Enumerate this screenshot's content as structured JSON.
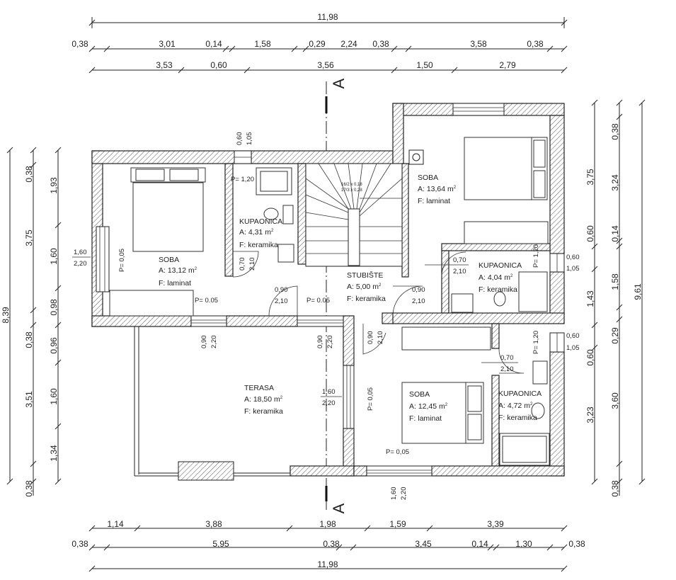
{
  "dimensions": {
    "top": {
      "total": "11,98",
      "row2": [
        "0,38",
        "3,01",
        "0,14",
        "1,58",
        "0,29",
        "2,24",
        "0,38",
        "3,58",
        "0,38"
      ],
      "row3": [
        "3,53",
        "0,60",
        "3,56",
        "1,50",
        "2,79"
      ]
    },
    "bottom": {
      "row1": [
        "1,14",
        "3,88",
        "1,98",
        "1,59",
        "3,39"
      ],
      "row2": [
        "0,38",
        "5,95",
        "0,38",
        "3,45",
        "0,14",
        "1,30",
        "0,38"
      ],
      "total": "11,98"
    },
    "left": {
      "total": "8,39",
      "outer": [
        "0,38",
        "3,75",
        "0,38",
        "3,51",
        "0,38"
      ],
      "inner": [
        "1,93",
        "1,60",
        "0,98",
        "0,96",
        "1,60",
        "1,34"
      ]
    },
    "right": {
      "total": "9,61",
      "outer": [
        "0,38",
        "3,24",
        "0,14",
        "1,58",
        "0,29",
        "3,60",
        "0,38"
      ],
      "inner": [
        "3,75",
        "0,60",
        "1,43",
        "0,60",
        "3,23"
      ]
    }
  },
  "section": {
    "label": "A"
  },
  "rooms": {
    "soba_left": {
      "name": "SOBA",
      "area": "A: 13,12 m",
      "sup": "2",
      "floor": "F:   laminat"
    },
    "kupaonica_top": {
      "name": "KUPAONICA",
      "area": "A:   4,31 m",
      "sup": "2",
      "floor": "F:   keramika"
    },
    "stubiste": {
      "name": "STUBIŠTE",
      "area": "A:   5,00 m",
      "sup": "2",
      "floor": "F:  keramika"
    },
    "soba_right": {
      "name": "SOBA",
      "area": "A: 13,64 m",
      "sup": "2",
      "floor": "F:   laminat"
    },
    "kupaonica_mid": {
      "name": "KUPAONICA",
      "area": "A:   4,04 m",
      "sup": "2",
      "floor": "F:   keramika"
    },
    "terasa": {
      "name": "TERASA",
      "area": "A: 18,50 m",
      "sup": "2",
      "floor": "F: keramika"
    },
    "soba_bottom": {
      "name": "SOBA",
      "area": "A: 12,45 m",
      "sup": "2",
      "floor": "F:   laminat"
    },
    "kupaonica_bottom": {
      "name": "KUPAONICA",
      "area": "A:   4,72 m",
      "sup": "2",
      "floor": "F:   keramika"
    }
  },
  "openings": {
    "win_left": [
      "1,60",
      "2,20"
    ],
    "p_left": "P= 0,05",
    "p_soba_left": "P= 0.05",
    "p_hall": "P= 0.05",
    "p_soba_bottom": "P= 0,05",
    "p_terrace_side": "P= 0,05",
    "win_top_kup": [
      "0,60",
      "1,05"
    ],
    "p_top_kup": "P= 1,20",
    "door_kup_top": [
      "0,70",
      "2,10"
    ],
    "door_soba_left": [
      "0,90",
      "2,10"
    ],
    "door_terrace_left": [
      "0,90",
      "2,20"
    ],
    "door_terrace_right": [
      "0,90",
      "2,20"
    ],
    "door_right_hall": [
      "0,90",
      "2,10"
    ],
    "door_stair": [
      "0,90",
      "2,10"
    ],
    "door_kup_mid": [
      "0,70",
      "2,10"
    ],
    "p_kup_mid": "P= 1,20",
    "win_right_mid": [
      "0,60",
      "1,05"
    ],
    "win_right_low": [
      "0,60",
      "1,05"
    ],
    "p_kup_bottom": "P= 1,20",
    "door_kup_bottom": [
      "0,70",
      "2,10"
    ],
    "win_terrace_side": [
      "1,60",
      "2,20"
    ],
    "win_bottom": [
      "1,60",
      "2,20"
    ],
    "stairs_label": [
      "16/2 x 0,18",
      "17/3 x 0,28"
    ]
  }
}
